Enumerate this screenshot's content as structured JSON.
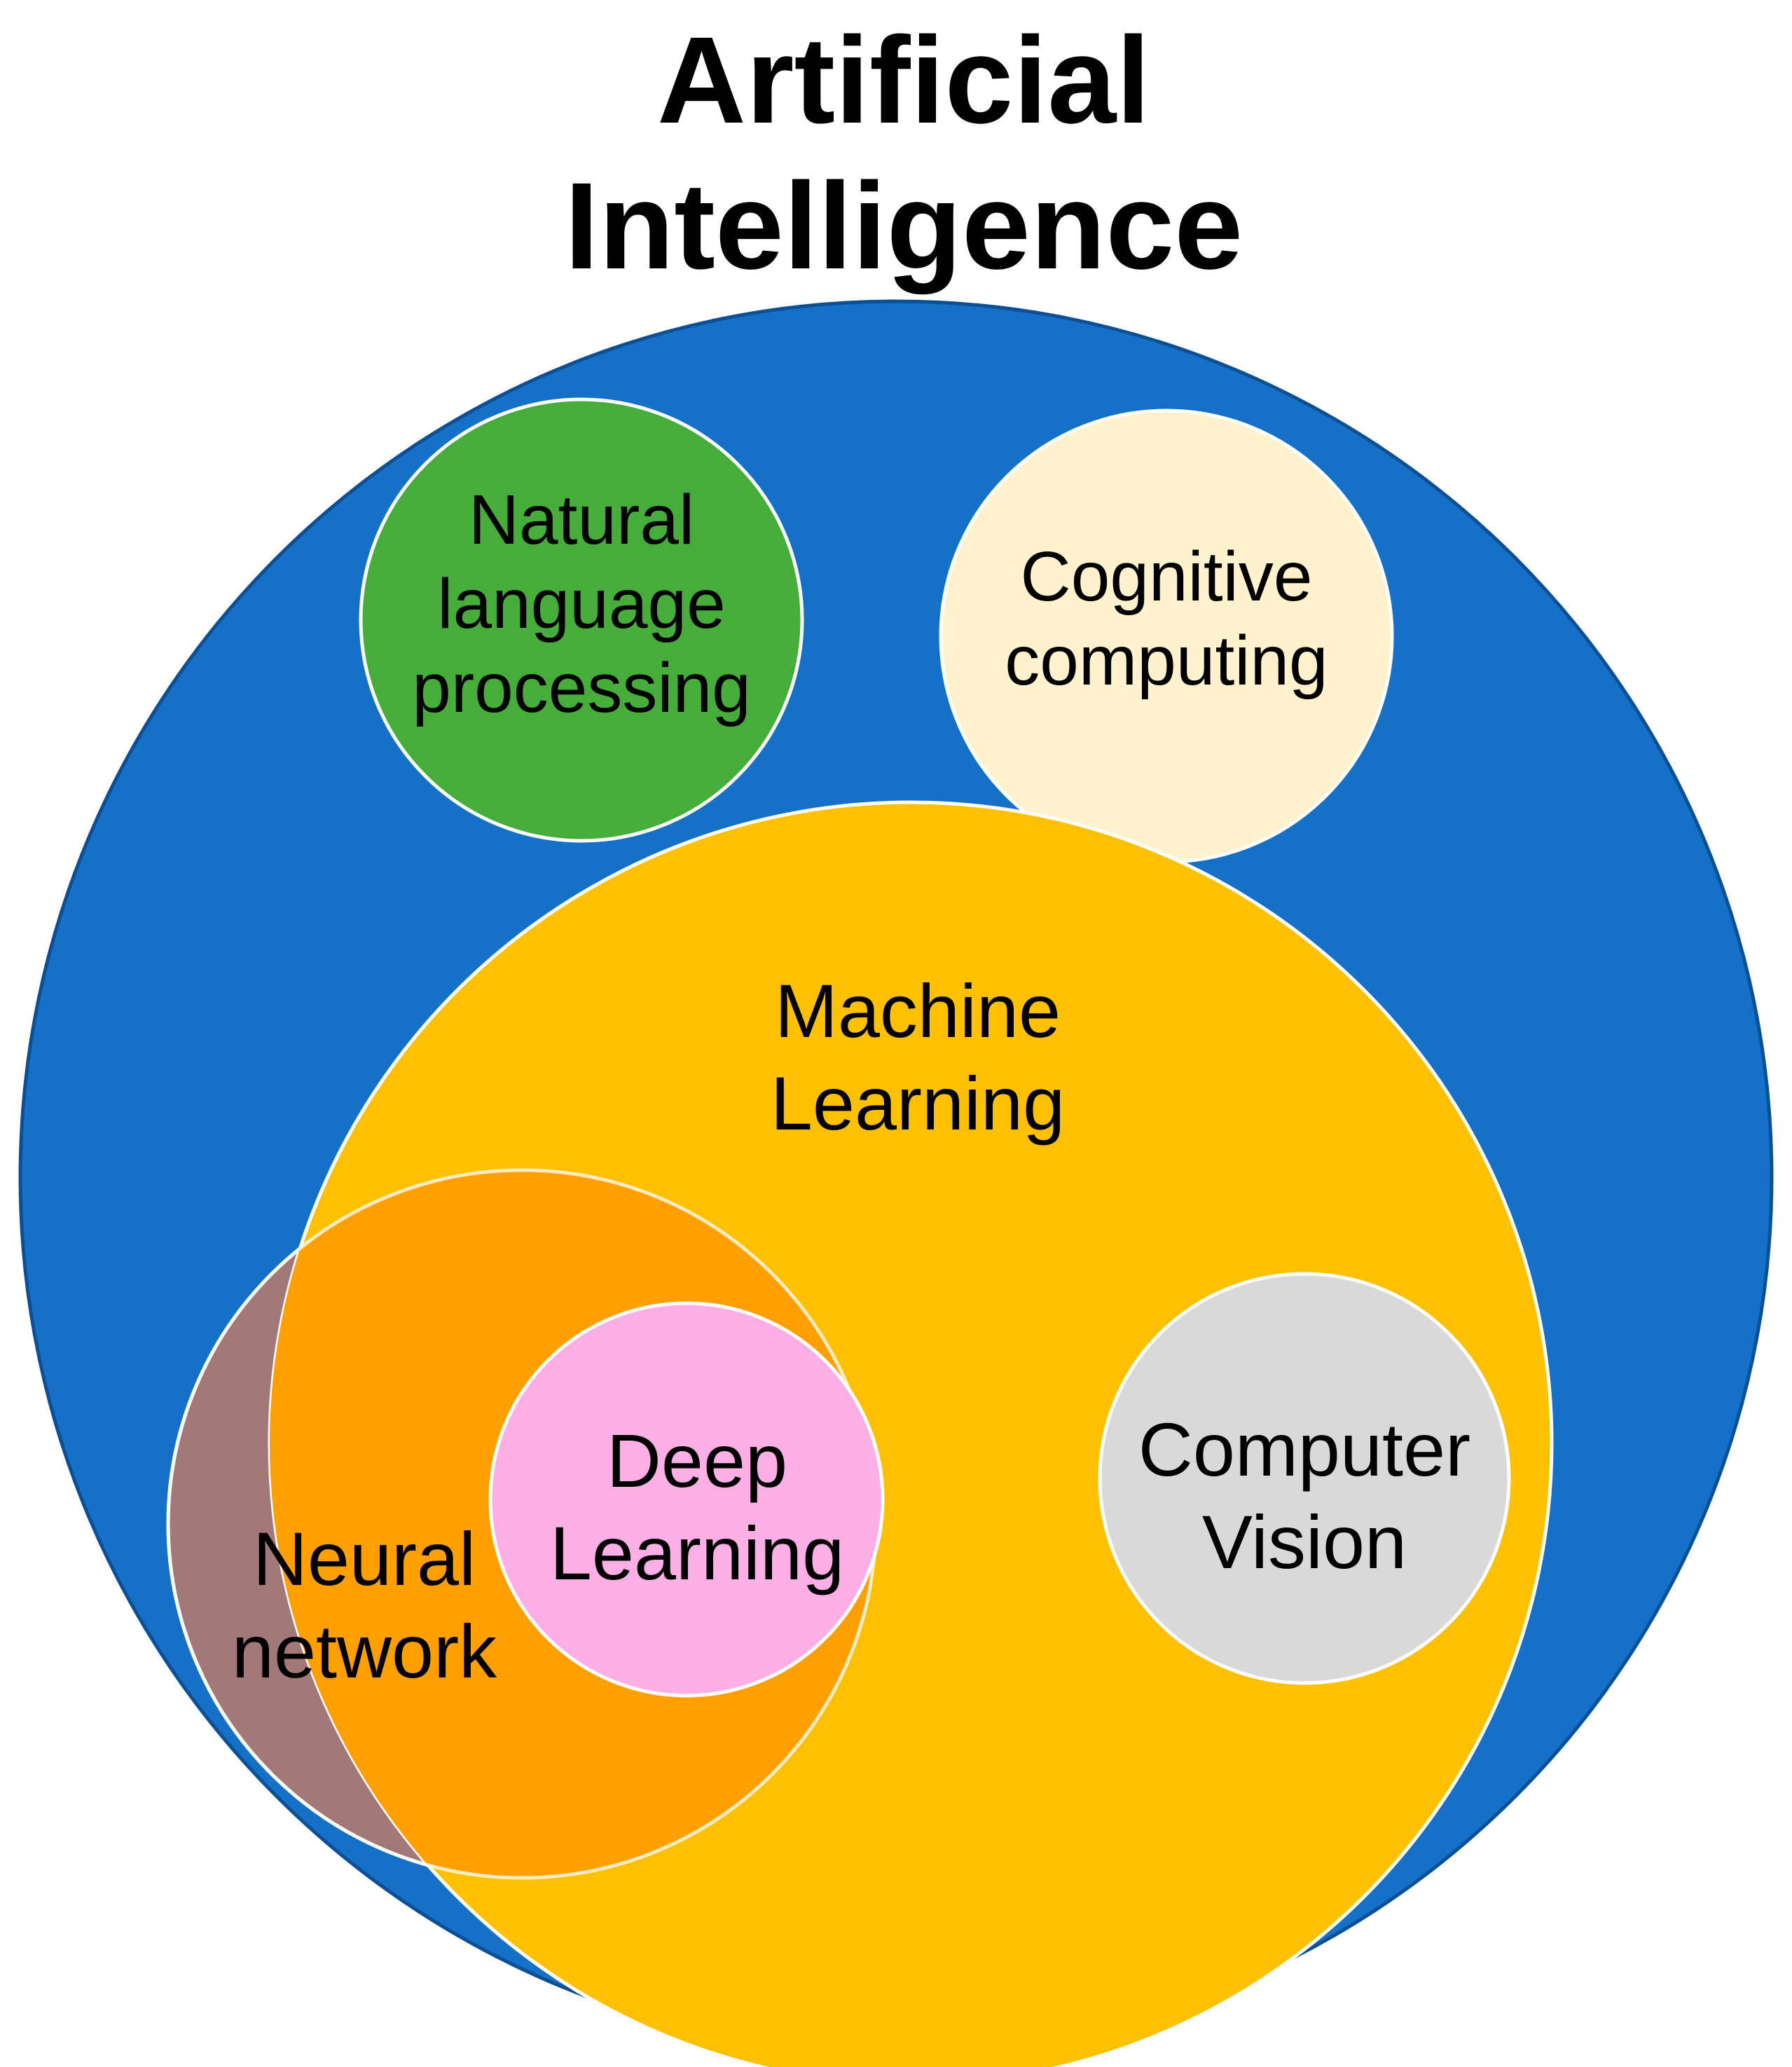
{
  "title": {
    "line1": "Artificial",
    "line2": "Intelligence"
  },
  "circles": {
    "artificial_intelligence": {
      "color": "#1570C8"
    },
    "natural_language_processing": {
      "color": "#46AD3B",
      "lines": [
        "Natural",
        "language",
        "processing"
      ]
    },
    "cognitive_computing": {
      "color": "#FFF2CC",
      "lines": [
        "Cognitive",
        "computing"
      ]
    },
    "machine_learning": {
      "color": "#FFC000",
      "lines": [
        "Machine",
        "Learning"
      ]
    },
    "neural_network": {
      "color": "#A37878",
      "lines": [
        "Neural",
        "network"
      ]
    },
    "overlap": {
      "color": "#FFA000"
    },
    "deep_learning": {
      "color": "#FBAFE5",
      "lines": [
        "Deep",
        "Learning"
      ]
    },
    "computer_vision": {
      "color": "#D9D9D9",
      "lines": [
        "Computer",
        "Vision"
      ]
    }
  }
}
